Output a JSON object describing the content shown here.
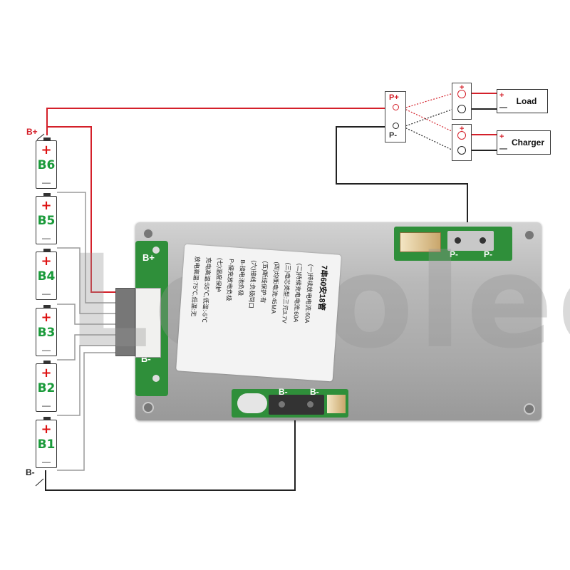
{
  "cells": [
    {
      "name": "B6",
      "plus": "+",
      "minus": "—"
    },
    {
      "name": "B5",
      "plus": "+",
      "minus": "—"
    },
    {
      "name": "B4",
      "plus": "+",
      "minus": "—"
    },
    {
      "name": "B3",
      "plus": "+",
      "minus": "—"
    },
    {
      "name": "B2",
      "plus": "+",
      "minus": "—"
    },
    {
      "name": "B1",
      "plus": "+",
      "minus": "—"
    }
  ],
  "battery_terminals": {
    "positive": "B+",
    "negative": "B-"
  },
  "output_terminals": {
    "positive": "P+",
    "negative": "P-"
  },
  "devices": [
    {
      "name": "Load",
      "plus": "+",
      "minus": "—"
    },
    {
      "name": "Charger",
      "plus": "+",
      "minus": "—"
    }
  ],
  "board": {
    "b_plus": "B+",
    "b_minus_side": "B-",
    "b_minus_bottom_1": "B-",
    "b_minus_bottom_2": "B-",
    "p_minus_1": "P-",
    "p_minus_2": "P-",
    "watermark": "Lesolec",
    "label_title": "7串60安18管",
    "label_lines": [
      "(一)持续放电电流:60A",
      "(二)持续充电电流:60A",
      "(三)电芯类型:三元3.7V",
      "(四)均衡电流:45MA",
      "(五)断线保护:有",
      "(六)接线:负极同口",
      "B-接电池负极",
      "P-接充放电负极",
      "(七)温度保护",
      "充电高温:55℃,低温:-5℃",
      "放电高温:75℃,低温:无"
    ]
  },
  "colors": {
    "positive_wire": "#d4202a",
    "negative_wire": "#222222",
    "balance_wire": "#9a9a9a",
    "cell_name": "#1a9a3a",
    "plus_sign": "#d11111",
    "pcb_green": "#2f8f3a"
  }
}
